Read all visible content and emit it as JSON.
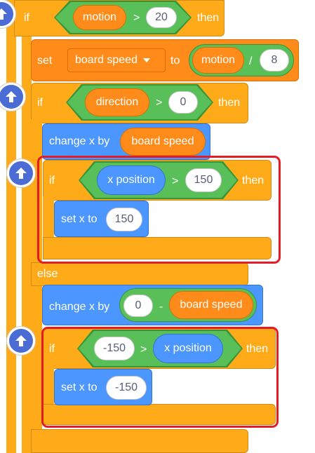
{
  "blocks": {
    "if_motion": {
      "keyword": "if",
      "var": "motion",
      "op": ">",
      "value": "20",
      "then": "then"
    },
    "set_speed": {
      "keyword": "set",
      "var_dropdown": "board speed",
      "to": "to",
      "reporter": "motion",
      "op": "/",
      "value": "8"
    },
    "if_direction": {
      "keyword": "if",
      "var": "direction",
      "op": ">",
      "value": "0",
      "then": "then"
    },
    "change_x_1": {
      "label": "change x by",
      "reporter": "board speed"
    },
    "if_xpos_gt": {
      "keyword": "if",
      "reporter": "x position",
      "op": ">",
      "value": "150",
      "then": "then"
    },
    "set_x_1": {
      "label": "set x to",
      "value": "150"
    },
    "else_label": "else",
    "change_x_2": {
      "label": "change x by",
      "value": "0",
      "op": "-",
      "reporter": "board speed"
    },
    "if_xpos_lt": {
      "keyword": "if",
      "value": "-150",
      "op": ">",
      "reporter": "x position",
      "then": "then"
    },
    "set_x_2": {
      "label": "set x to",
      "value": "-150"
    }
  },
  "colors": {
    "control": "#FFAB19",
    "variables": "#FF8C1A",
    "motion": "#4C97FF",
    "operators": "#59C059",
    "highlight": "#E51C23",
    "up_button": "#4A6CD4"
  },
  "icons": {
    "up_button": "arrow-up-icon"
  }
}
